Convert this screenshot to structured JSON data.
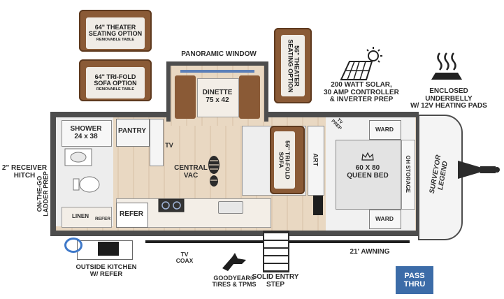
{
  "labels": {
    "theater_option_top": "64\" THEATER\nSEATING OPTION",
    "theater_option_top_sub": "REMOVABLE\nTABLE",
    "trifold_option_top": "64\" TRI-FOLD SOFA\nOPTION",
    "trifold_option_top_sub": "REMOVABLE\nTABLE",
    "theater_option_right": "56\" THEATER\nSEATING OPTION",
    "panoramic_window": "PANORAMIC WINDOW",
    "dinette": "DINETTE\n75 x 42",
    "solar": "200 WATT SOLAR,\n30 AMP CONTROLLER\n& INVERTER PREP",
    "underbelly": "ENCLOSED UNDERBELLY\nW/ 12V HEATING PADS",
    "receiver_hitch": "2\" RECEIVER\nHITCH",
    "ladder_prep": "ON-THE-GO\nLADDER PREP",
    "shower": "SHOWER\n24 x 38",
    "pantry": "PANTRY",
    "tv": "TV",
    "central_vac": "CENTRAL\nVAC",
    "sofa_inside": "56\" TRI-FOLD\nSOFA",
    "art": "ART",
    "tv_prep": "TV\nPREP",
    "ward_top": "WARD",
    "ward_bottom": "WARD",
    "bed": "60 X 80\nQUEEN BED",
    "oh_storage": "OH STORAGE",
    "linen": "LINEN",
    "refer_small": "REFER",
    "refer": "REFER",
    "outside_kitchen": "OUTSIDE KITCHEN\nW/ REFER",
    "tv_coax": "TV\nCOAX",
    "goodyear": "GOODYEAR®\nTIRES & TPMS",
    "entry_step": "SOLID ENTRY\nSTEP",
    "awning": "21' AWNING",
    "brand": "SURVEYOR\nLEGEND",
    "pass_thru": "PASS\nTHRU"
  },
  "colors": {
    "wall": "#4d4d4d",
    "floor": "#e9d8c2",
    "sofa": "#8a5a36",
    "window": "#5c7fb8",
    "pass_thru_bg": "#3c6ca8",
    "text": "#2b2b2b"
  },
  "icons": [
    "solar-panel-icon",
    "heating-pad-icon",
    "central-vac-footprint-icon",
    "goodyear-wingfoot-icon",
    "crown-icon",
    "sink-icon",
    "toilet-icon",
    "stove-icon"
  ]
}
